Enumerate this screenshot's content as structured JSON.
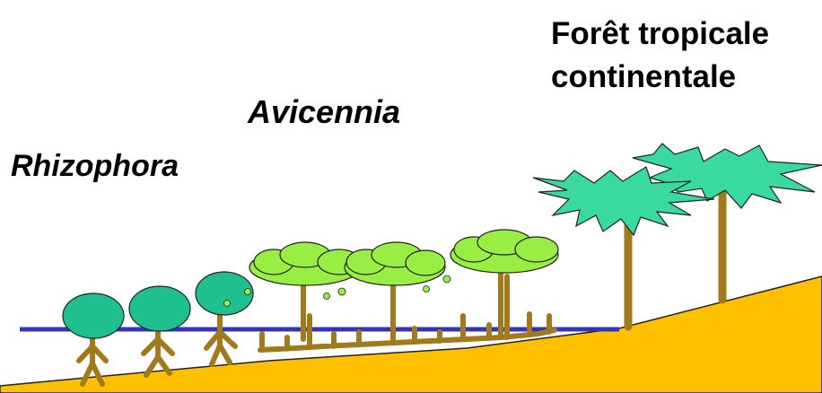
{
  "labels": {
    "rhizophora": "Rhizophora",
    "avicennia": "Avicennia",
    "foret_line1": "Forêt tropicale",
    "foret_line2": "continentale"
  },
  "colors": {
    "ground": "#ffc000",
    "water": "#3333bb",
    "trunk": "#a07a1c",
    "rhizophora_canopy": "#1fbf8f",
    "avicennia_canopy": "#99ee44",
    "palm_canopy": "#3ad9a0",
    "outline": "#222222"
  }
}
